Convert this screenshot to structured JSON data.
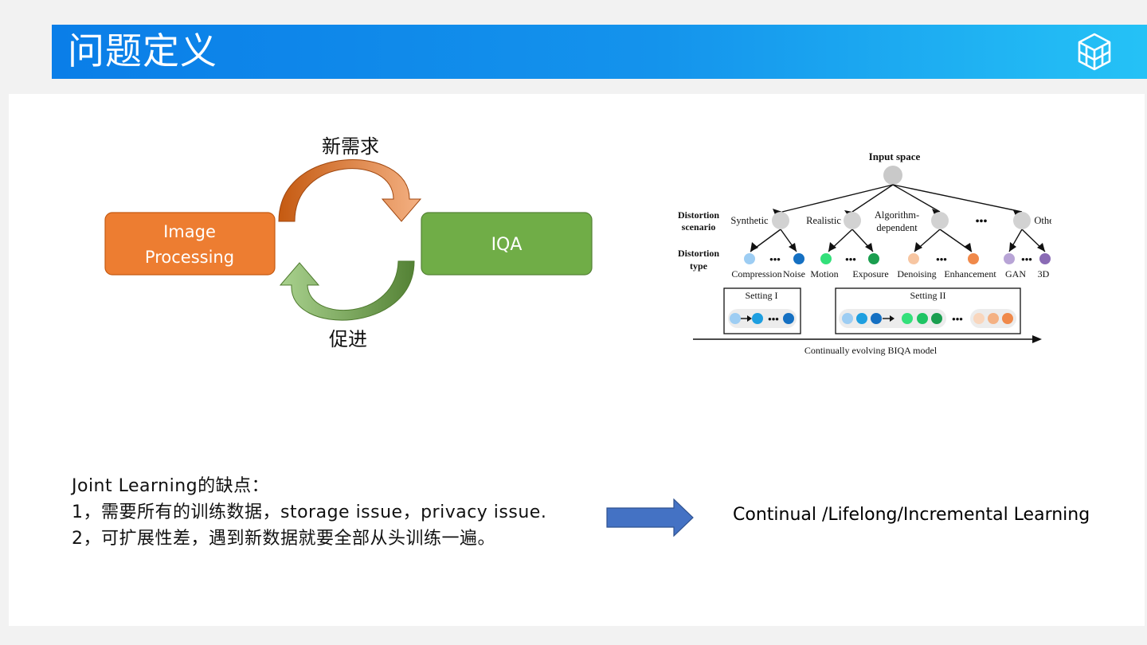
{
  "slide": {
    "title": "问题定义",
    "logo_icon": "cube-network-icon",
    "colors": {
      "header_start": "#0a7ee8",
      "header_end": "#25c2f6"
    }
  },
  "cycle": {
    "left_box": {
      "line1": "Image",
      "line2": "Processing",
      "color": "#ed7d31"
    },
    "right_box": {
      "label": "IQA",
      "color": "#70ad47"
    },
    "top_label": "新需求",
    "bottom_label": "促进"
  },
  "tree": {
    "root": "Input space",
    "row_label_scenario": [
      "Distortion",
      "scenario"
    ],
    "row_label_type": [
      "Distortion",
      "type"
    ],
    "scenarios": [
      "Synthetic",
      "Realistic",
      "Algorithm-",
      "dependent",
      "Others"
    ],
    "ellipsis": "•••",
    "types": [
      "Compression",
      "Noise",
      "Motion",
      "Exposure",
      "Denoising",
      "Enhancement",
      "GAN",
      "3D"
    ],
    "setting1": "Setting I",
    "setting2": "Setting II",
    "axis_label": "Continually evolving BIQA model"
  },
  "notes": {
    "heading": "Joint Learning的缺点：",
    "point1": "1，需要所有的训练数据，storage issue，privacy issue.",
    "point2": "2，可扩展性差，遇到新数据就要全部从头训练一遍。"
  },
  "conclusion": {
    "text": "Continual /Lifelong/Incremental Learning",
    "arrow_color": "#4472c4"
  }
}
